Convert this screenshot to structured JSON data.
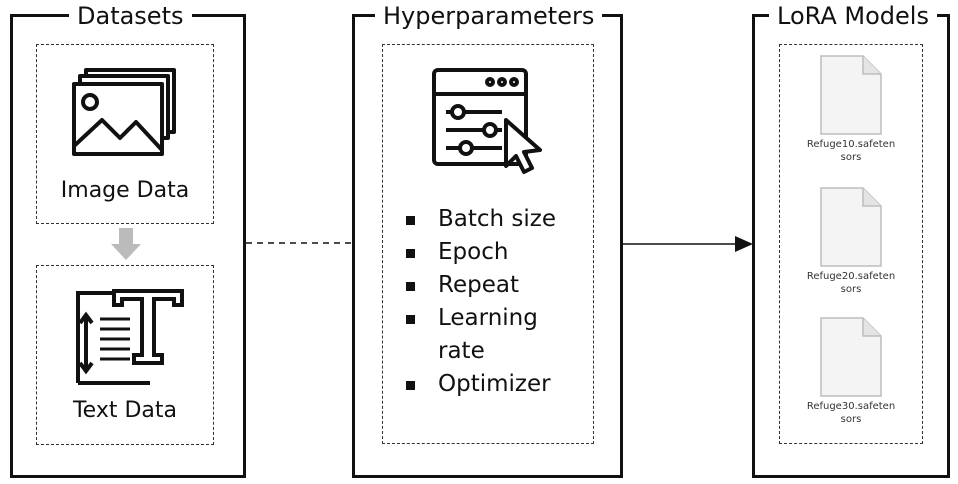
{
  "datasets": {
    "title": "Datasets",
    "image_label": "Image Data",
    "text_label": "Text Data"
  },
  "hyperparameters": {
    "title": "Hyperparameters",
    "items": [
      "Batch size",
      "Epoch",
      "Repeat",
      "Learning\nrate",
      "Optimizer"
    ]
  },
  "lora": {
    "title": "LoRA Models",
    "files": [
      {
        "line1": "Refuge10.safeten",
        "line2": "sors"
      },
      {
        "line1": "Refuge20.safeten",
        "line2": "sors"
      },
      {
        "line1": "Refuge30.safeten",
        "line2": "sors"
      }
    ]
  },
  "icons": {
    "image": "image-stack-icon",
    "text": "text-document-icon",
    "down_arrow": "down-arrow-icon",
    "settings": "settings-window-icon",
    "cursor": "cursor-icon",
    "file": "file-icon"
  },
  "colors": {
    "line": "#111111",
    "arrow": "#bbbbbb",
    "file_fill": "#f4f4f4"
  }
}
